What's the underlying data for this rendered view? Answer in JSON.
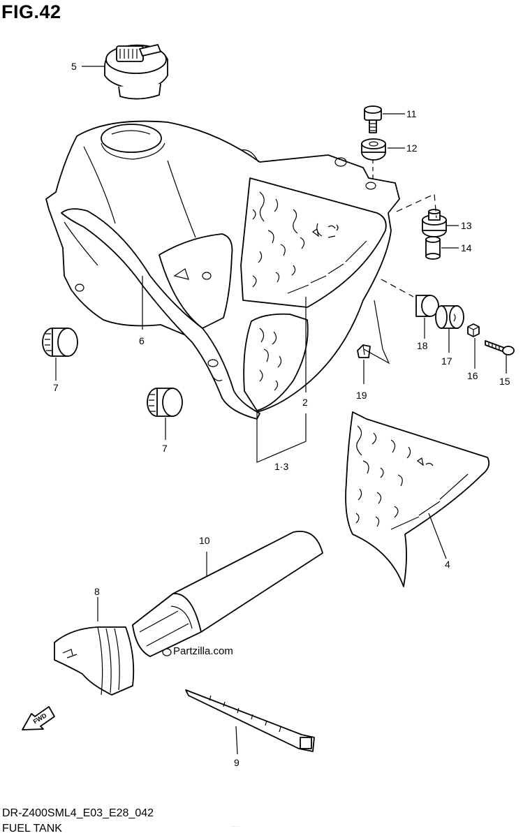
{
  "figure_label": "FIG.42",
  "model_code": "DR-Z400SML4_E03_E28_042",
  "caption": "FUEL TANK",
  "watermark": "Partzilla.com",
  "footer_note": "·······",
  "direction_label": "FWD",
  "callouts": [
    "1·3",
    "2",
    "4",
    "5",
    "6",
    "7",
    "7",
    "8",
    "9",
    "10",
    "11",
    "12",
    "13",
    "14",
    "15",
    "16",
    "17",
    "18",
    "19"
  ]
}
